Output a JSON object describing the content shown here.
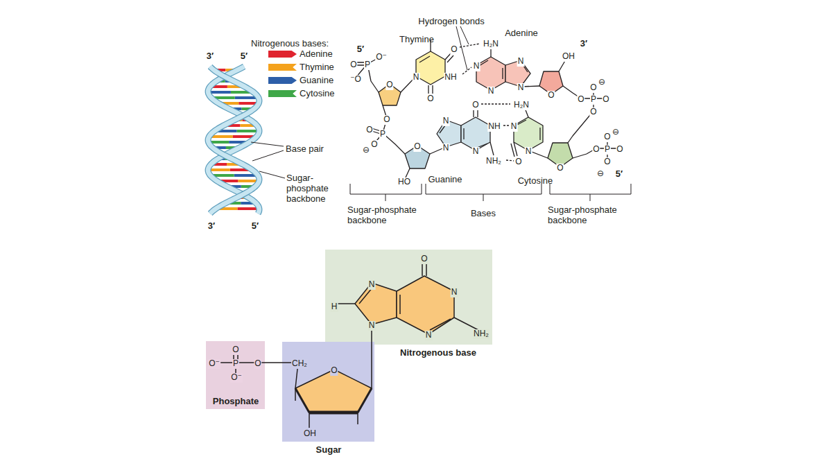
{
  "diagram": {
    "nodes": [
      {
        "text": [
          "Nitrogenous base"
        ]
      },
      {
        "text": [
          "Phosphate"
        ]
      },
      {
        "text": [
          "Sugar"
        ]
      }
    ],
    "labels": [
      "Nitrogenous bases:",
      "3′",
      "5′",
      "Base pair",
      "Sugar-phosphate backbone",
      "3′",
      "5′",
      "Hydrogen bonds",
      "Thymine",
      "Adenine",
      "5′",
      "3′",
      "O",
      "P",
      "O⁻",
      "⁻O",
      "O",
      "N",
      "O",
      "NH",
      "O",
      "H₂N",
      "N",
      "N",
      "N",
      "N",
      "O",
      "OH",
      "O",
      "P",
      "O",
      "⊖",
      "O",
      "O",
      "N",
      "N",
      "O",
      "NH",
      "NH₂",
      "N",
      "O",
      "HO",
      "Guanine",
      "O",
      "P",
      "O",
      "O",
      "⊖",
      "H₂N",
      "N",
      "O",
      "N",
      "Cytosine",
      "O",
      "O",
      "P",
      "O",
      "O",
      "⊖",
      "O",
      "⊖",
      "5′",
      "Sugar-phosphate backbone",
      "Bases",
      "Sugar-phosphate backbone",
      "O",
      "O⁻",
      "P",
      "O",
      "O⁻",
      "CH₂",
      "O",
      "OH",
      "N",
      "H",
      "N",
      "O",
      "N",
      "NH₂",
      "N"
    ],
    "legend": [
      {
        "text": "Adenine",
        "color": "#e0242f"
      },
      {
        "text": "Thymine",
        "color": "#f4a21d"
      },
      {
        "text": "Guanine",
        "color": "#2d5fa9"
      },
      {
        "text": "Cytosine",
        "color": "#3fa748"
      }
    ]
  }
}
